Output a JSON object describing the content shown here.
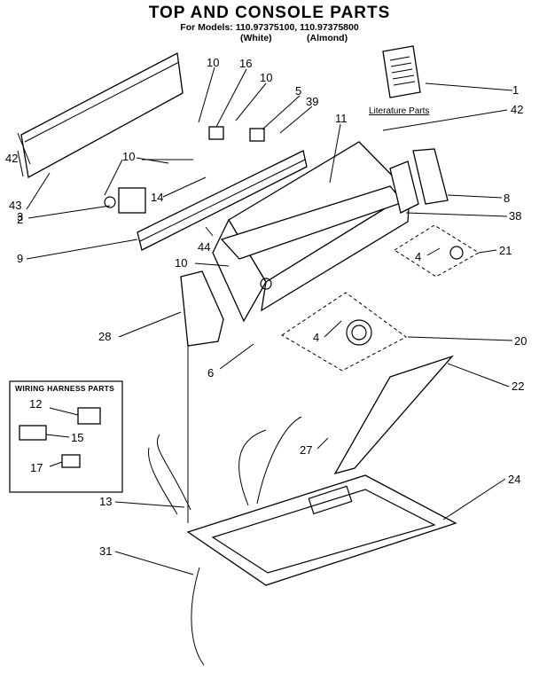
{
  "header": {
    "title": "TOP AND CONSOLE PARTS",
    "models": "For Models: 110.97375100, 110.97375800",
    "variant_white": "(White)",
    "variant_almond": "(Almond)"
  },
  "labels": {
    "literature_parts": "Literature Parts",
    "wiring_harness_parts": "WIRING HARNESS PARTS"
  },
  "callouts": {
    "c1": "1",
    "c2": "2",
    "c3": "3",
    "c4a": "4",
    "c4b": "4",
    "c5": "5",
    "c6": "6",
    "c8": "8",
    "c9": "9",
    "c10a": "10",
    "c10b": "10",
    "c10c": "10",
    "c10d": "10",
    "c11": "11",
    "c12": "12",
    "c13": "13",
    "c14": "14",
    "c15": "15",
    "c16": "16",
    "c17": "17",
    "c20": "20",
    "c21": "21",
    "c22": "22",
    "c24": "24",
    "c27": "27",
    "c28": "28",
    "c31": "31",
    "c38": "38",
    "c39": "39",
    "c42a": "42",
    "c42b": "42",
    "c43": "43",
    "c44": "44"
  },
  "icons": [
    "exploded-parts-diagram"
  ]
}
